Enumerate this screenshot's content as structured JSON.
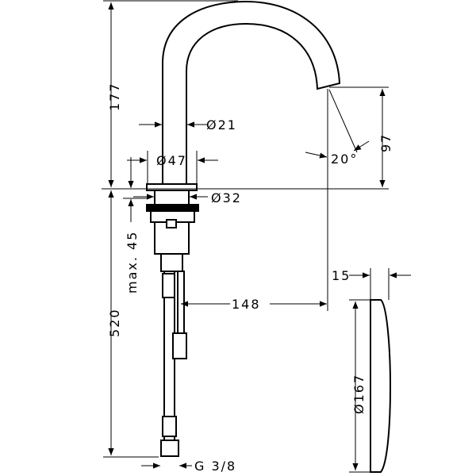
{
  "dimensions": {
    "height_top": "177",
    "height_bottom": "520",
    "spout_diameter": "Ø21",
    "base_diameter": "Ø47",
    "shank_diameter": "Ø32",
    "max_thickness": "max. 45",
    "reach": "148",
    "spout_height": "97",
    "angle": "20°",
    "connection": "G 3/8",
    "aerator_depth": "15",
    "aerator_diameter": "Ø167"
  }
}
